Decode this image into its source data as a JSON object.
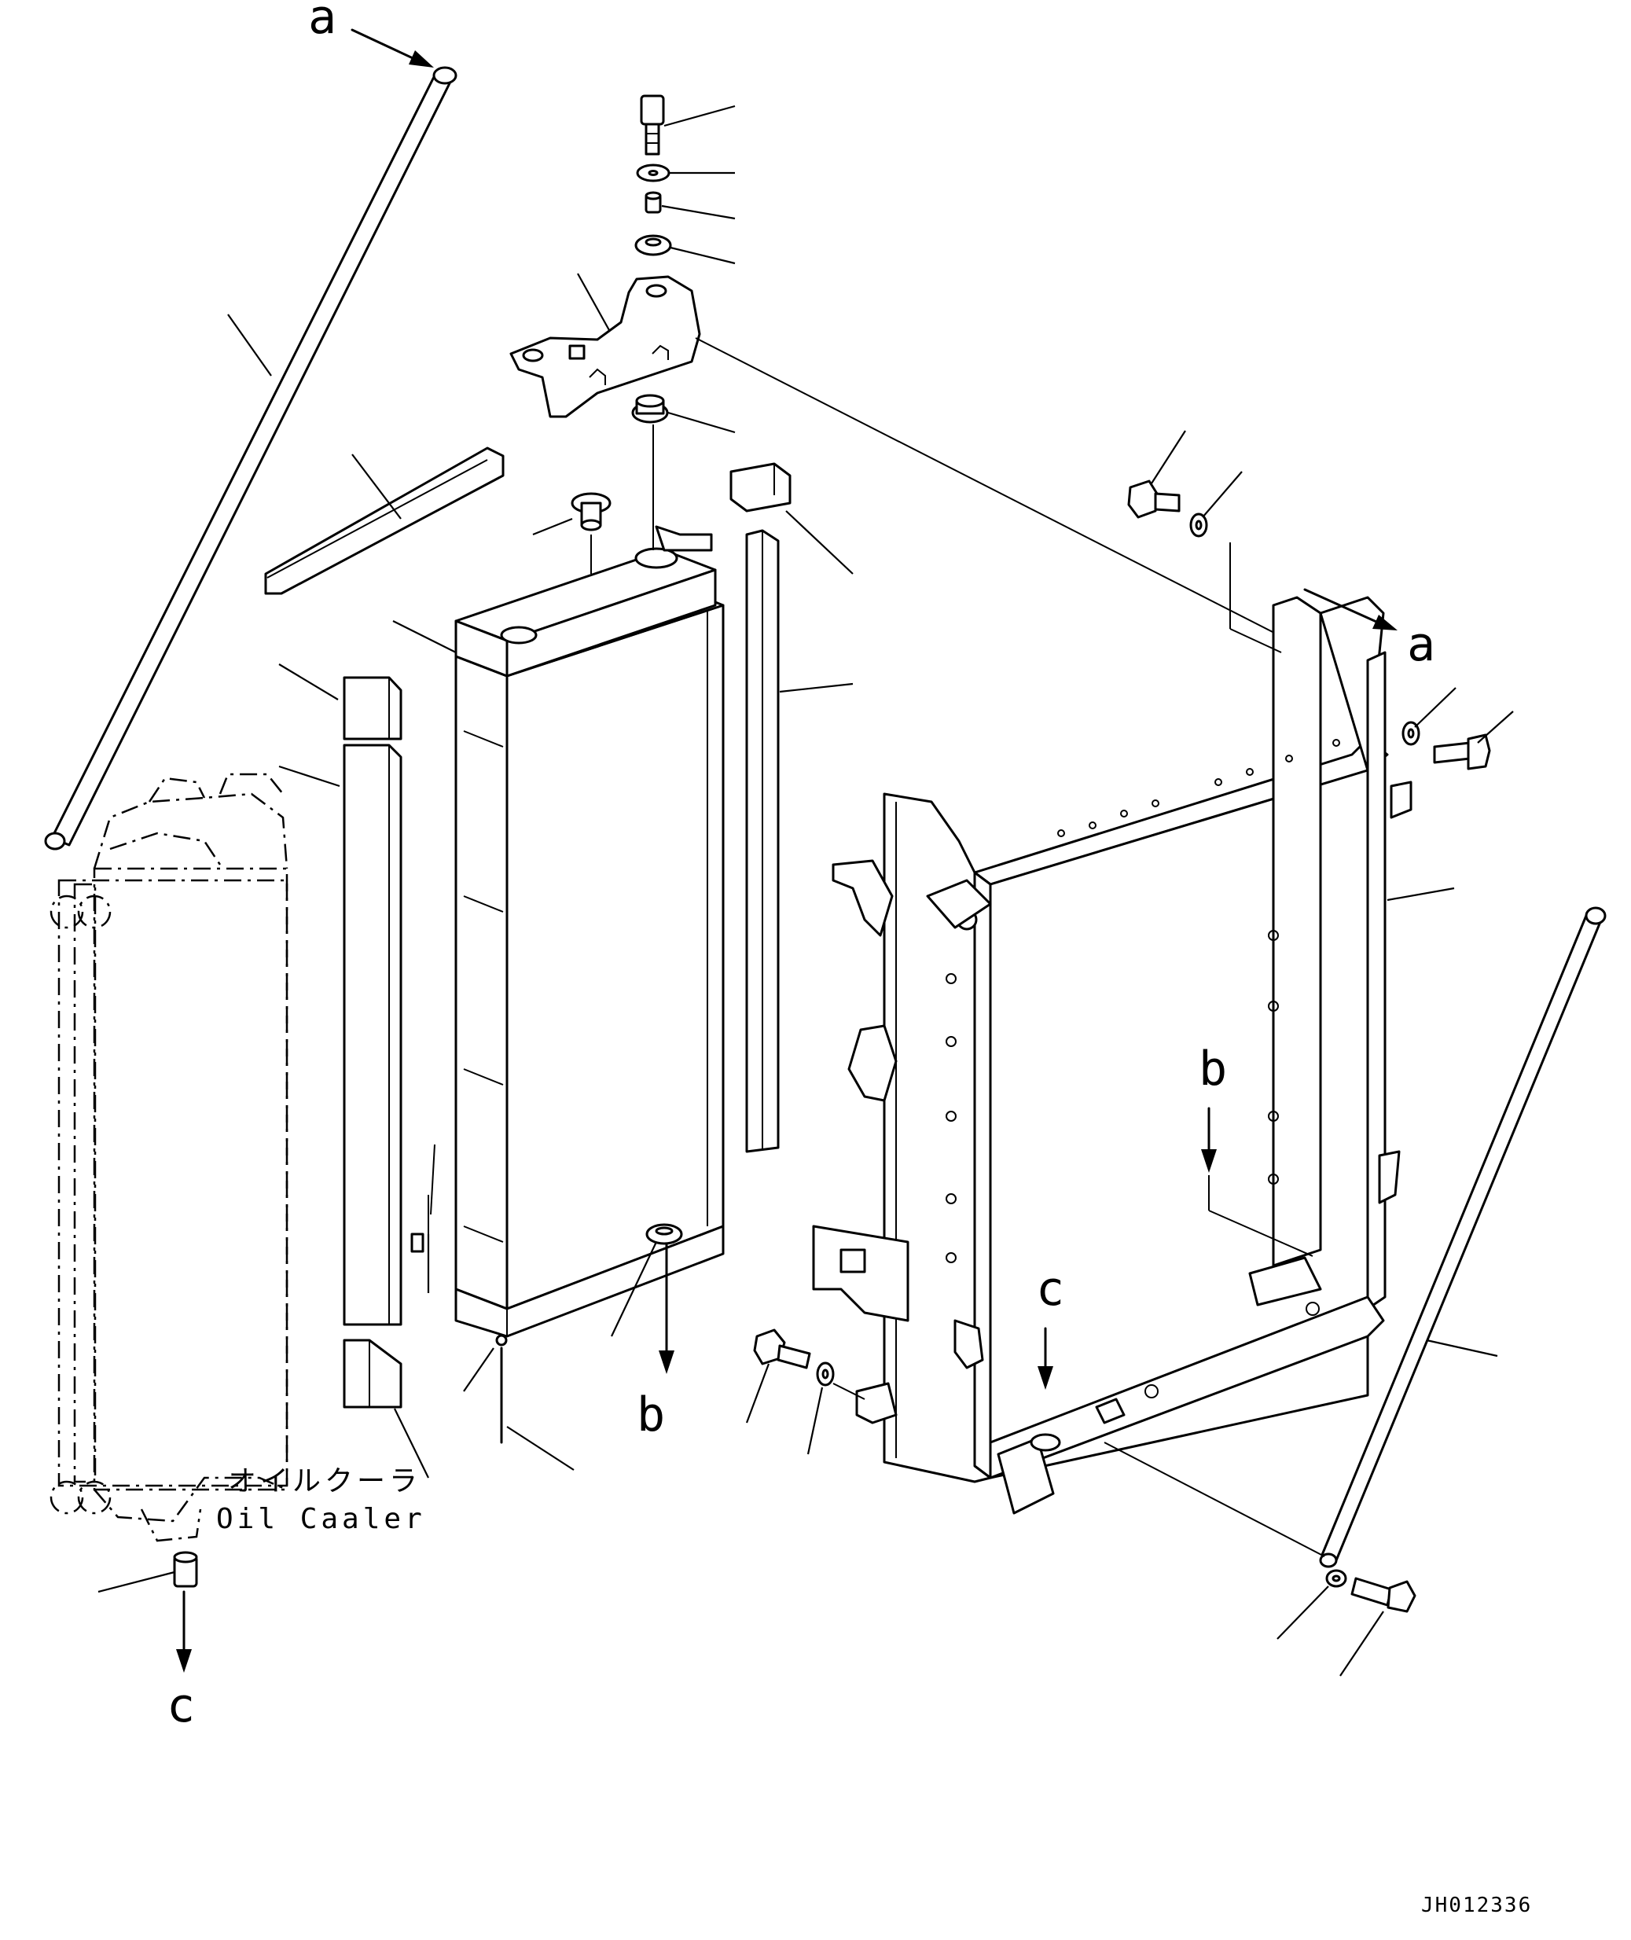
{
  "labels": {
    "ref_a": "a",
    "ref_b": "b",
    "ref_c": "c",
    "oil_cooler_jp": "オイルクーラ",
    "oil_cooler_en": "Oil Caaler",
    "drawing_code": "JH012336"
  }
}
